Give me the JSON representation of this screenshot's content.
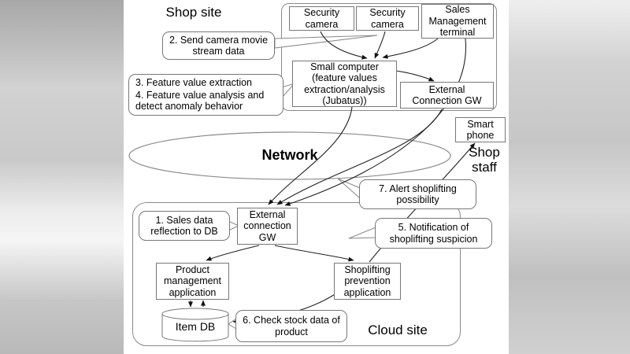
{
  "shop": {
    "site_label": "Shop site",
    "camera1": "Security camera",
    "camera2": "Security camera",
    "terminal": "Sales Management terminal",
    "small_computer": "Small computer (feature values extraction/analysis (Jubatus))",
    "external_gw": "External Connection GW"
  },
  "network_label": "Network",
  "staff": {
    "smart_phone": "Smart phone",
    "label": "Shop staff"
  },
  "cloud": {
    "site_label": "Cloud site",
    "external_gw": "External connection GW",
    "product_app": "Product management application",
    "shoplifting_app": "Shoplifting prevention application",
    "item_db": "Item DB"
  },
  "callouts": {
    "step1": "1. Sales data reflection to DB",
    "step2": "2. Send camera movie stream data",
    "step3": "3. Feature value extraction",
    "step4": "4. Feature value analysis and detect anomaly behavior",
    "step5": "5. Notification of shoplifting suspicion",
    "step6": "6. Check stock data of product",
    "step7": "7. Alert shoplifting possibility"
  },
  "colors": {
    "box_border": "#777777",
    "frame_border": "#8a8a8a",
    "connector_line": "#222222",
    "margin_gray": "#c6c6c6",
    "background": "#ffffff"
  }
}
